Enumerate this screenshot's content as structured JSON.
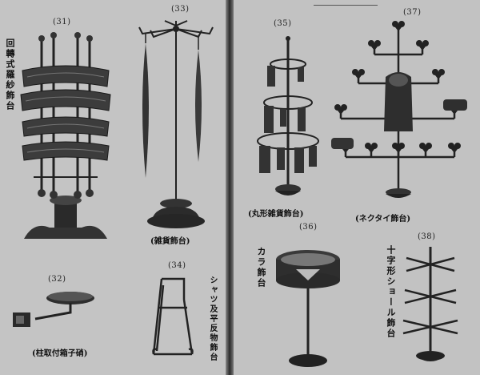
{
  "left_page": {
    "fig31": {
      "number": "(31)",
      "caption": "回轉式羅紗飾台"
    },
    "fig33": {
      "number": "(33)",
      "caption": "(雑貨飾台)"
    },
    "fig32": {
      "number": "(32)",
      "caption": "(柱取付箱子硝)"
    },
    "fig34": {
      "number": "(34)",
      "caption": "シャツ及平反物飾台"
    }
  },
  "right_page": {
    "fig35": {
      "number": "(35)",
      "caption": "(丸形雑貨飾台)"
    },
    "fig37": {
      "number": "(37)",
      "caption": "(ネクタイ飾台)"
    },
    "fig36": {
      "number": "(36)",
      "caption": "カラ飾台"
    },
    "fig38": {
      "number": "(38)",
      "caption": "十字形ショール飾台"
    }
  }
}
